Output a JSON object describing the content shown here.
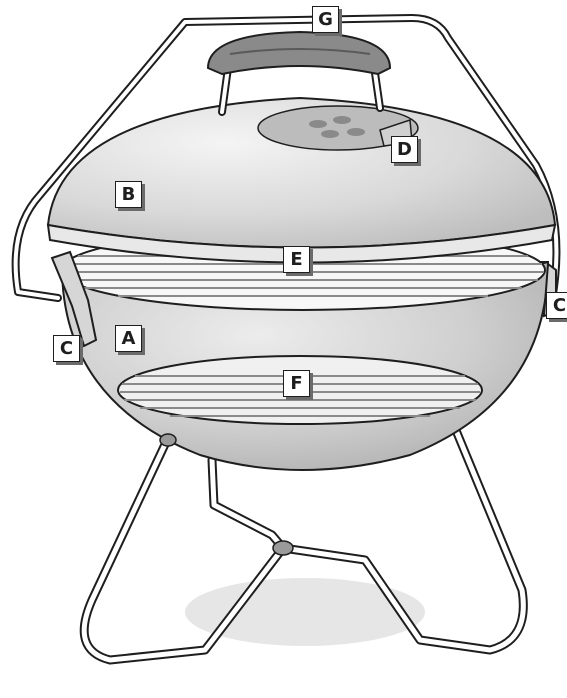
{
  "diagram": {
    "labels": {
      "bowl": "A",
      "lid": "B",
      "lid_clip_left": "C",
      "lid_clip_right": "C",
      "damper": "D",
      "cooking_grate": "E",
      "charcoal_grate": "F",
      "carry_handle": "G"
    },
    "colors": {
      "outline": "#1e1e1e",
      "lid_fill": "#d9d9d9",
      "bowl_fill": "#cfcfcf",
      "handle_fill": "#8a8a8a",
      "shadow": "#e6e6e6"
    }
  }
}
